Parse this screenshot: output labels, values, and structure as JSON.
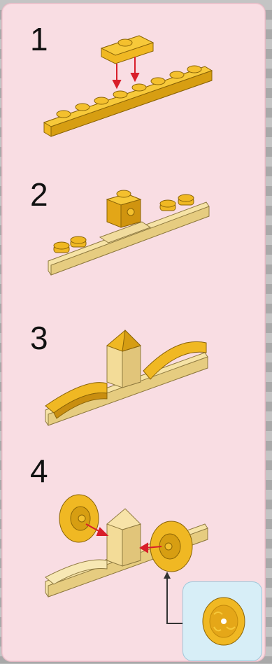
{
  "steps": [
    {
      "number": "1"
    },
    {
      "number": "2"
    },
    {
      "number": "3"
    },
    {
      "number": "4"
    }
  ],
  "colors": {
    "brick_yellow": "#f0b823",
    "brick_yellow_dark": "#b9860d",
    "tan": "#f6e3a6",
    "tan_dark": "#c9b374",
    "arrow_red": "#d81e2a",
    "panel_bg": "#f9dde3",
    "callout_bg": "#d7eef7"
  },
  "icons": [
    "plate-1x8",
    "plate-1x2",
    "red-arrow-icon",
    "round-tile-icon",
    "brick-1x1-studded"
  ]
}
